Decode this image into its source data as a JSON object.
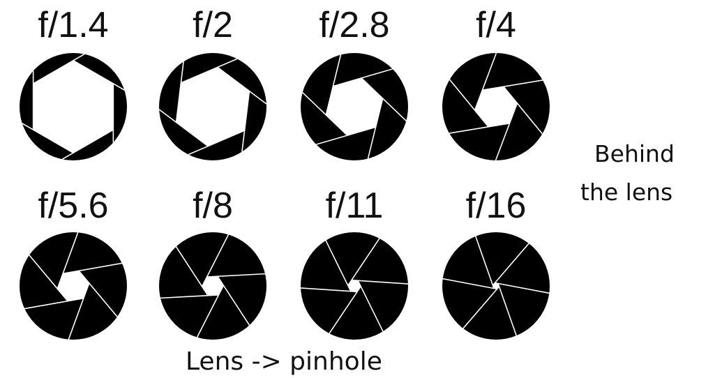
{
  "diagram": {
    "aperture_rows": [
      {
        "apertures": [
          {
            "label": "f/1.4",
            "opening": 0.86
          },
          {
            "label": "f/2",
            "opening": 0.74
          },
          {
            "label": "f/2.8",
            "opening": 0.55
          },
          {
            "label": "f/4",
            "opening": 0.4
          }
        ]
      },
      {
        "apertures": [
          {
            "label": "f/5.6",
            "opening": 0.3
          },
          {
            "label": "f/8",
            "opening": 0.2
          },
          {
            "label": "f/11",
            "opening": 0.12
          },
          {
            "label": "f/16",
            "opening": 0.06
          }
        ]
      }
    ],
    "side_caption_lines": [
      "Behind",
      "the lens"
    ],
    "bottom_caption": "Lens -> pinhole",
    "colors": {
      "blade": "#000000",
      "blade_edge": "#ffffff",
      "text": "#111111",
      "background": "#ffffff"
    }
  }
}
